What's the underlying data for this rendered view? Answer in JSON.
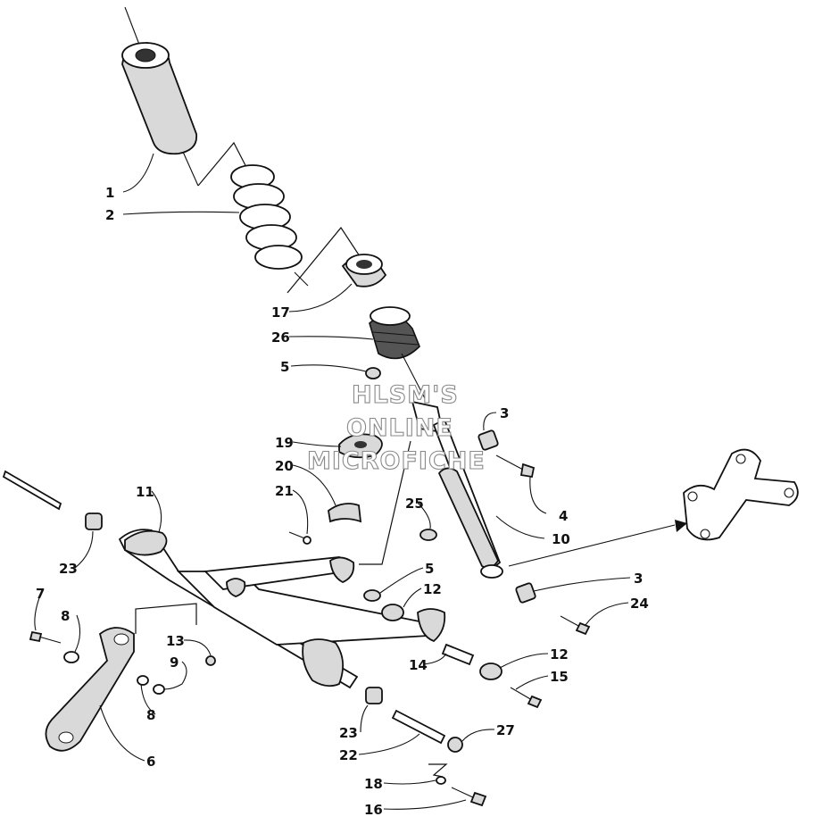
{
  "diagram": {
    "watermark": [
      "HLSM'S",
      "ONLINE",
      "MICROFICHE"
    ],
    "callouts": [
      "1",
      "2",
      "17",
      "26",
      "5",
      "3",
      "4",
      "19",
      "20",
      "21",
      "25",
      "10",
      "11",
      "23",
      "5",
      "12",
      "3",
      "24",
      "7",
      "8",
      "13",
      "9",
      "14",
      "12",
      "15",
      "8",
      "6",
      "23",
      "27",
      "22",
      "18",
      "16"
    ]
  },
  "colors": {
    "ink": "#111111",
    "watermark_outline": "#8a8a8a",
    "background": "#ffffff"
  }
}
